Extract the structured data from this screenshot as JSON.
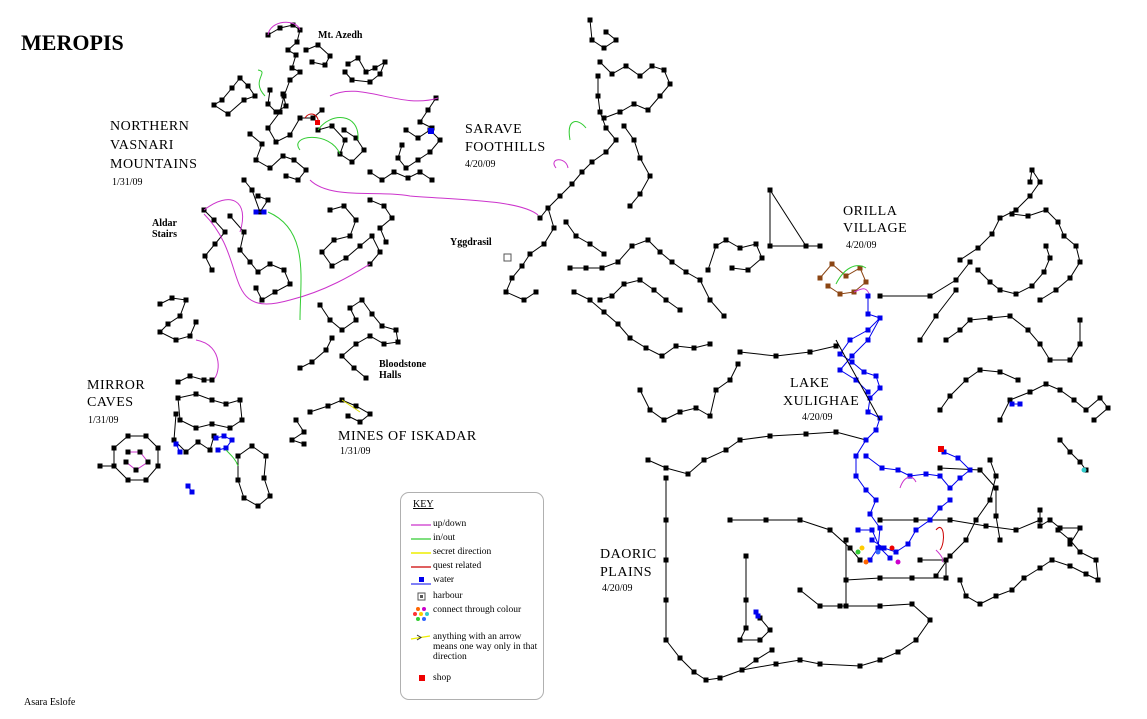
{
  "title": "MEROPIS",
  "author": "Asara Eslofe",
  "regions": [
    {
      "id": "northern",
      "lines": [
        "NORTHERN",
        "VASNARI",
        "MOUNTAINS"
      ],
      "date": "1/31/09"
    },
    {
      "id": "mirror",
      "lines": [
        "MIRROR",
        "CAVES"
      ],
      "date": "1/31/09"
    },
    {
      "id": "mines",
      "lines": [
        "MINES OF ISKADAR"
      ],
      "date": "1/31/09"
    },
    {
      "id": "sarave",
      "lines": [
        "SARAVE",
        "FOOTHILLS"
      ],
      "date": "4/20/09"
    },
    {
      "id": "orilla",
      "lines": [
        "ORILLA",
        "VILLAGE"
      ],
      "date": "4/20/09"
    },
    {
      "id": "lake",
      "lines": [
        "LAKE",
        "XULIGHAE"
      ],
      "date": "4/20/09"
    },
    {
      "id": "daoric",
      "lines": [
        "DAORIC",
        "PLAINS"
      ],
      "date": "4/20/09"
    }
  ],
  "places": [
    "Mt. Azedh",
    "Aldar Stairs",
    "Yggdrasil",
    "Bloodstone Halls"
  ],
  "key": {
    "title": "KEY",
    "items": [
      {
        "label": "up/down",
        "symbol": "line",
        "color": "#cc33cc"
      },
      {
        "label": "in/out",
        "symbol": "line",
        "color": "#33cc33"
      },
      {
        "label": "secret direction",
        "symbol": "line",
        "color": "#eeee00"
      },
      {
        "label": "quest related",
        "symbol": "line",
        "color": "#cc0000"
      },
      {
        "label": "water",
        "symbol": "water",
        "color": "#0000ee"
      },
      {
        "label": "harbour",
        "symbol": "harbour",
        "color": "#555555"
      },
      {
        "label": "connect through colour",
        "symbol": "colour-dots",
        "color": "#ff6600"
      },
      {
        "label": "anything with an arrow means one way only in that direction",
        "symbol": "arrow",
        "color": "#eeee00"
      },
      {
        "label": "shop",
        "symbol": "shop",
        "color": "#ee0000"
      }
    ]
  }
}
